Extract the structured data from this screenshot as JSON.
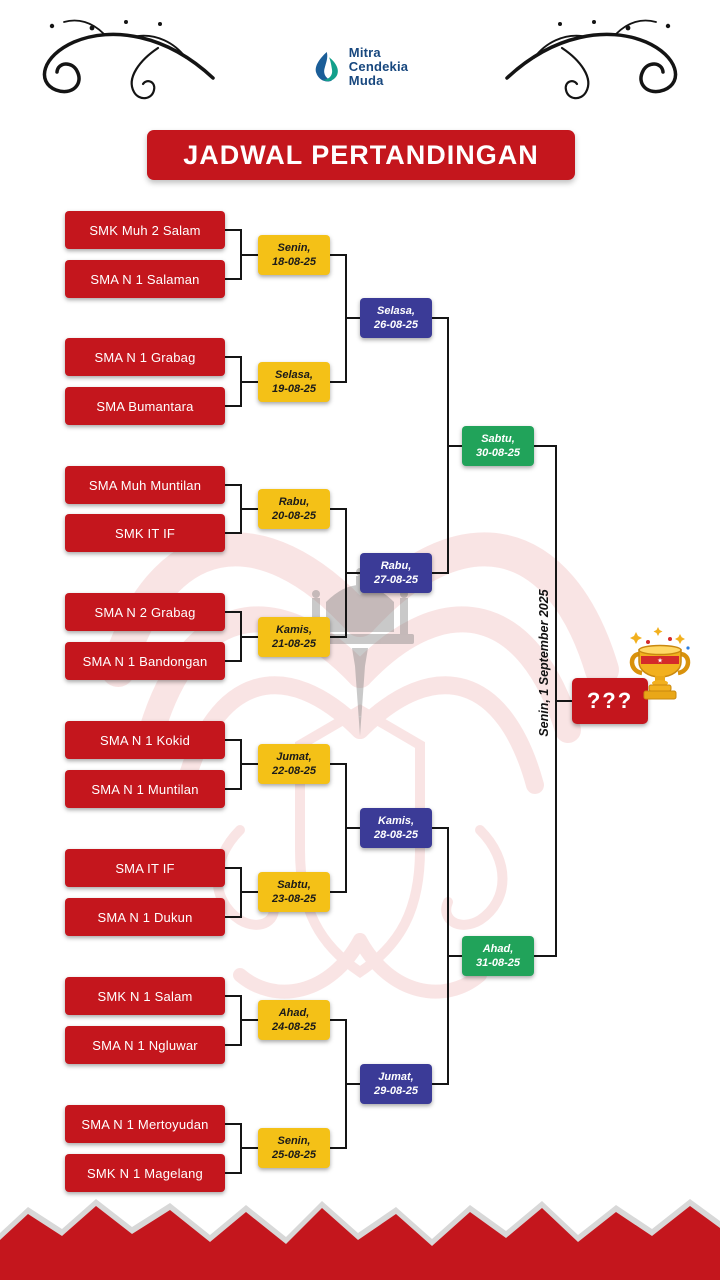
{
  "logo": {
    "lines": [
      "Mitra",
      "Cendekia",
      "Muda"
    ]
  },
  "title": "JADWAL PERTANDINGAN",
  "bracket": {
    "teams": [
      "SMK Muh 2 Salam",
      "SMA N 1 Salaman",
      "SMA N 1 Grabag",
      "SMA Bumantara",
      "SMA Muh Muntilan",
      "SMK IT IF",
      "SMA N 2 Grabag",
      "SMA N 1 Bandongan",
      "SMA N 1 Kokid",
      "SMA N 1 Muntilan",
      "SMA IT IF",
      "SMA N 1 Dukun",
      "SMK N 1 Salam",
      "SMA N 1 Ngluwar",
      "SMA N 1 Mertoyudan",
      "SMK N 1 Magelang"
    ],
    "round1": [
      {
        "day": "Senin,",
        "date": "18-08-25"
      },
      {
        "day": "Selasa,",
        "date": "19-08-25"
      },
      {
        "day": "Rabu,",
        "date": "20-08-25"
      },
      {
        "day": "Kamis,",
        "date": "21-08-25"
      },
      {
        "day": "Jumat,",
        "date": "22-08-25"
      },
      {
        "day": "Sabtu,",
        "date": "23-08-25"
      },
      {
        "day": "Ahad,",
        "date": "24-08-25"
      },
      {
        "day": "Senin,",
        "date": "25-08-25"
      }
    ],
    "quarterfinals": [
      {
        "day": "Selasa,",
        "date": "26-08-25"
      },
      {
        "day": "Rabu,",
        "date": "27-08-25"
      },
      {
        "day": "Kamis,",
        "date": "28-08-25"
      },
      {
        "day": "Jumat,",
        "date": "29-08-25"
      }
    ],
    "semifinals": [
      {
        "day": "Sabtu,",
        "date": "30-08-25"
      },
      {
        "day": "Ahad,",
        "date": "31-08-25"
      }
    ],
    "final": {
      "date_label": "Senin, 1 September 2025",
      "winner": "???"
    }
  },
  "colors": {
    "red": "#c4161d",
    "yellow": "#f4c117",
    "blue": "#3b3b97",
    "green": "#21a35a",
    "navy": "#17477e"
  }
}
